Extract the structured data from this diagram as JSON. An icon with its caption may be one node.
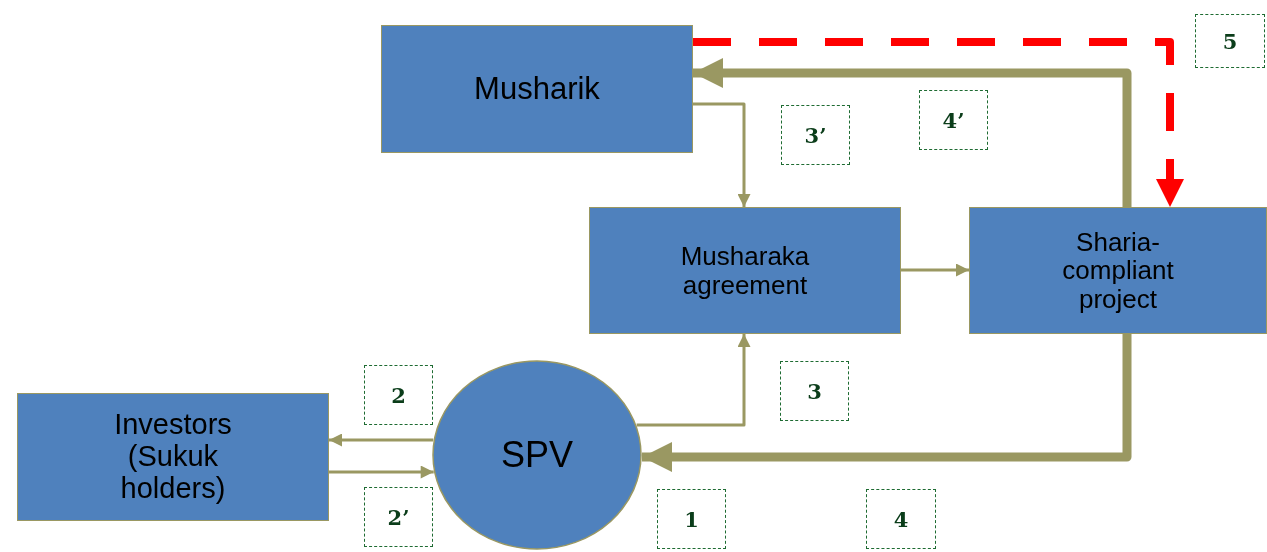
{
  "diagram": {
    "nodes": [
      {
        "text": [
          "Musharik"
        ]
      },
      {
        "text": [
          "Musharaka agreement"
        ]
      },
      {
        "text": [
          "Sharia-compliant project"
        ]
      },
      {
        "text": [
          "Investors (Sukuk holders)"
        ]
      },
      {
        "text": [
          "SPV"
        ]
      },
      {
        "text": [
          "5"
        ]
      },
      {
        "text": [
          "3’"
        ]
      },
      {
        "text": [
          "4’"
        ]
      },
      {
        "text": [
          "2"
        ]
      },
      {
        "text": [
          "3"
        ]
      },
      {
        "text": [
          "2’"
        ]
      },
      {
        "text": [
          "1"
        ]
      },
      {
        "text": [
          "4"
        ]
      }
    ],
    "edges": [
      {
        "from": 0,
        "to": 1,
        "arrow": "to"
      },
      {
        "from": 1,
        "to": 2,
        "arrow": "to"
      },
      {
        "from": 2,
        "to": 0,
        "arrow": "to",
        "style": "thick"
      },
      {
        "from": 0,
        "to": 2,
        "arrow": "to",
        "style": "dashed",
        "color": "#ff0000"
      },
      {
        "from": 4,
        "to": 3,
        "arrow": "to"
      },
      {
        "from": 3,
        "to": 4,
        "arrow": "to"
      },
      {
        "from": 4,
        "to": 1,
        "arrow": "to"
      },
      {
        "from": 2,
        "to": 4,
        "arrow": "to",
        "style": "thick"
      }
    ]
  }
}
